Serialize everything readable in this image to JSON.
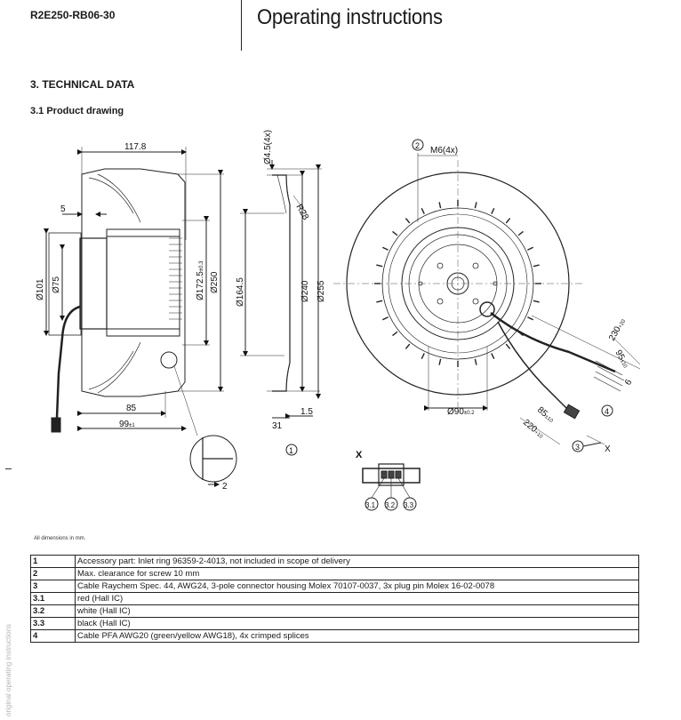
{
  "header": {
    "model": "R2E250-RB06-30",
    "title": "Operating instructions"
  },
  "section": {
    "heading": "3. TECHNICAL DATA",
    "subheading": "3.1 Product drawing"
  },
  "drawing": {
    "dims": {
      "d117_8": "117.8",
      "d5": "5",
      "d101": "Ø101",
      "d75": "Ø75",
      "d172": "Ø172.5",
      "d172_tol": "±0.3",
      "d250": "Ø250",
      "d85": "85",
      "d99": "99",
      "d99_tol": "±1",
      "d2": "2",
      "d4_5": "Ø4.5(4x)",
      "r28": "R28",
      "d164_5": "Ø164.5",
      "d240": "Ø240",
      "d255": "Ø255",
      "d31": "31",
      "d1_5": "1.5",
      "m6": "M6(4x)",
      "d90": "Ø90",
      "d90_tol": "±0.2",
      "d230": "230",
      "d230_tol": "+20",
      "d95": "95",
      "d95_tol": "±10",
      "d6": "6",
      "d85b": "85",
      "d85b_tol": "±10",
      "d220": "220",
      "d220_tol": "+10",
      "x_label": "X",
      "x_view": "X"
    },
    "callouts": {
      "c1": "1",
      "c2": "2",
      "c3": "3",
      "c4": "4",
      "c31": "3.1",
      "c32": "3.2",
      "c33": "3.3"
    }
  },
  "note": "All dimensions in mm.",
  "side_text": "original operating instructions",
  "legend": [
    {
      "num": "1",
      "text": "Accessory part: Inlet ring 96359-2-4013, not included in scope of delivery"
    },
    {
      "num": "2",
      "text": "Max. clearance for screw 10 mm"
    },
    {
      "num": "3",
      "text": "Cable Raychem Spec. 44, AWG24, 3-pole connector housing Molex 70107-0037, 3x plug pin Molex 16-02-0078"
    },
    {
      "num": "3.1",
      "text": "red (Hall IC)"
    },
    {
      "num": "3.2",
      "text": "white (Hall IC)"
    },
    {
      "num": "3.3",
      "text": "black (Hall IC)"
    },
    {
      "num": "4",
      "text": "Cable PFA AWG20 (green/yellow AWG18), 4x crimped splices"
    }
  ]
}
